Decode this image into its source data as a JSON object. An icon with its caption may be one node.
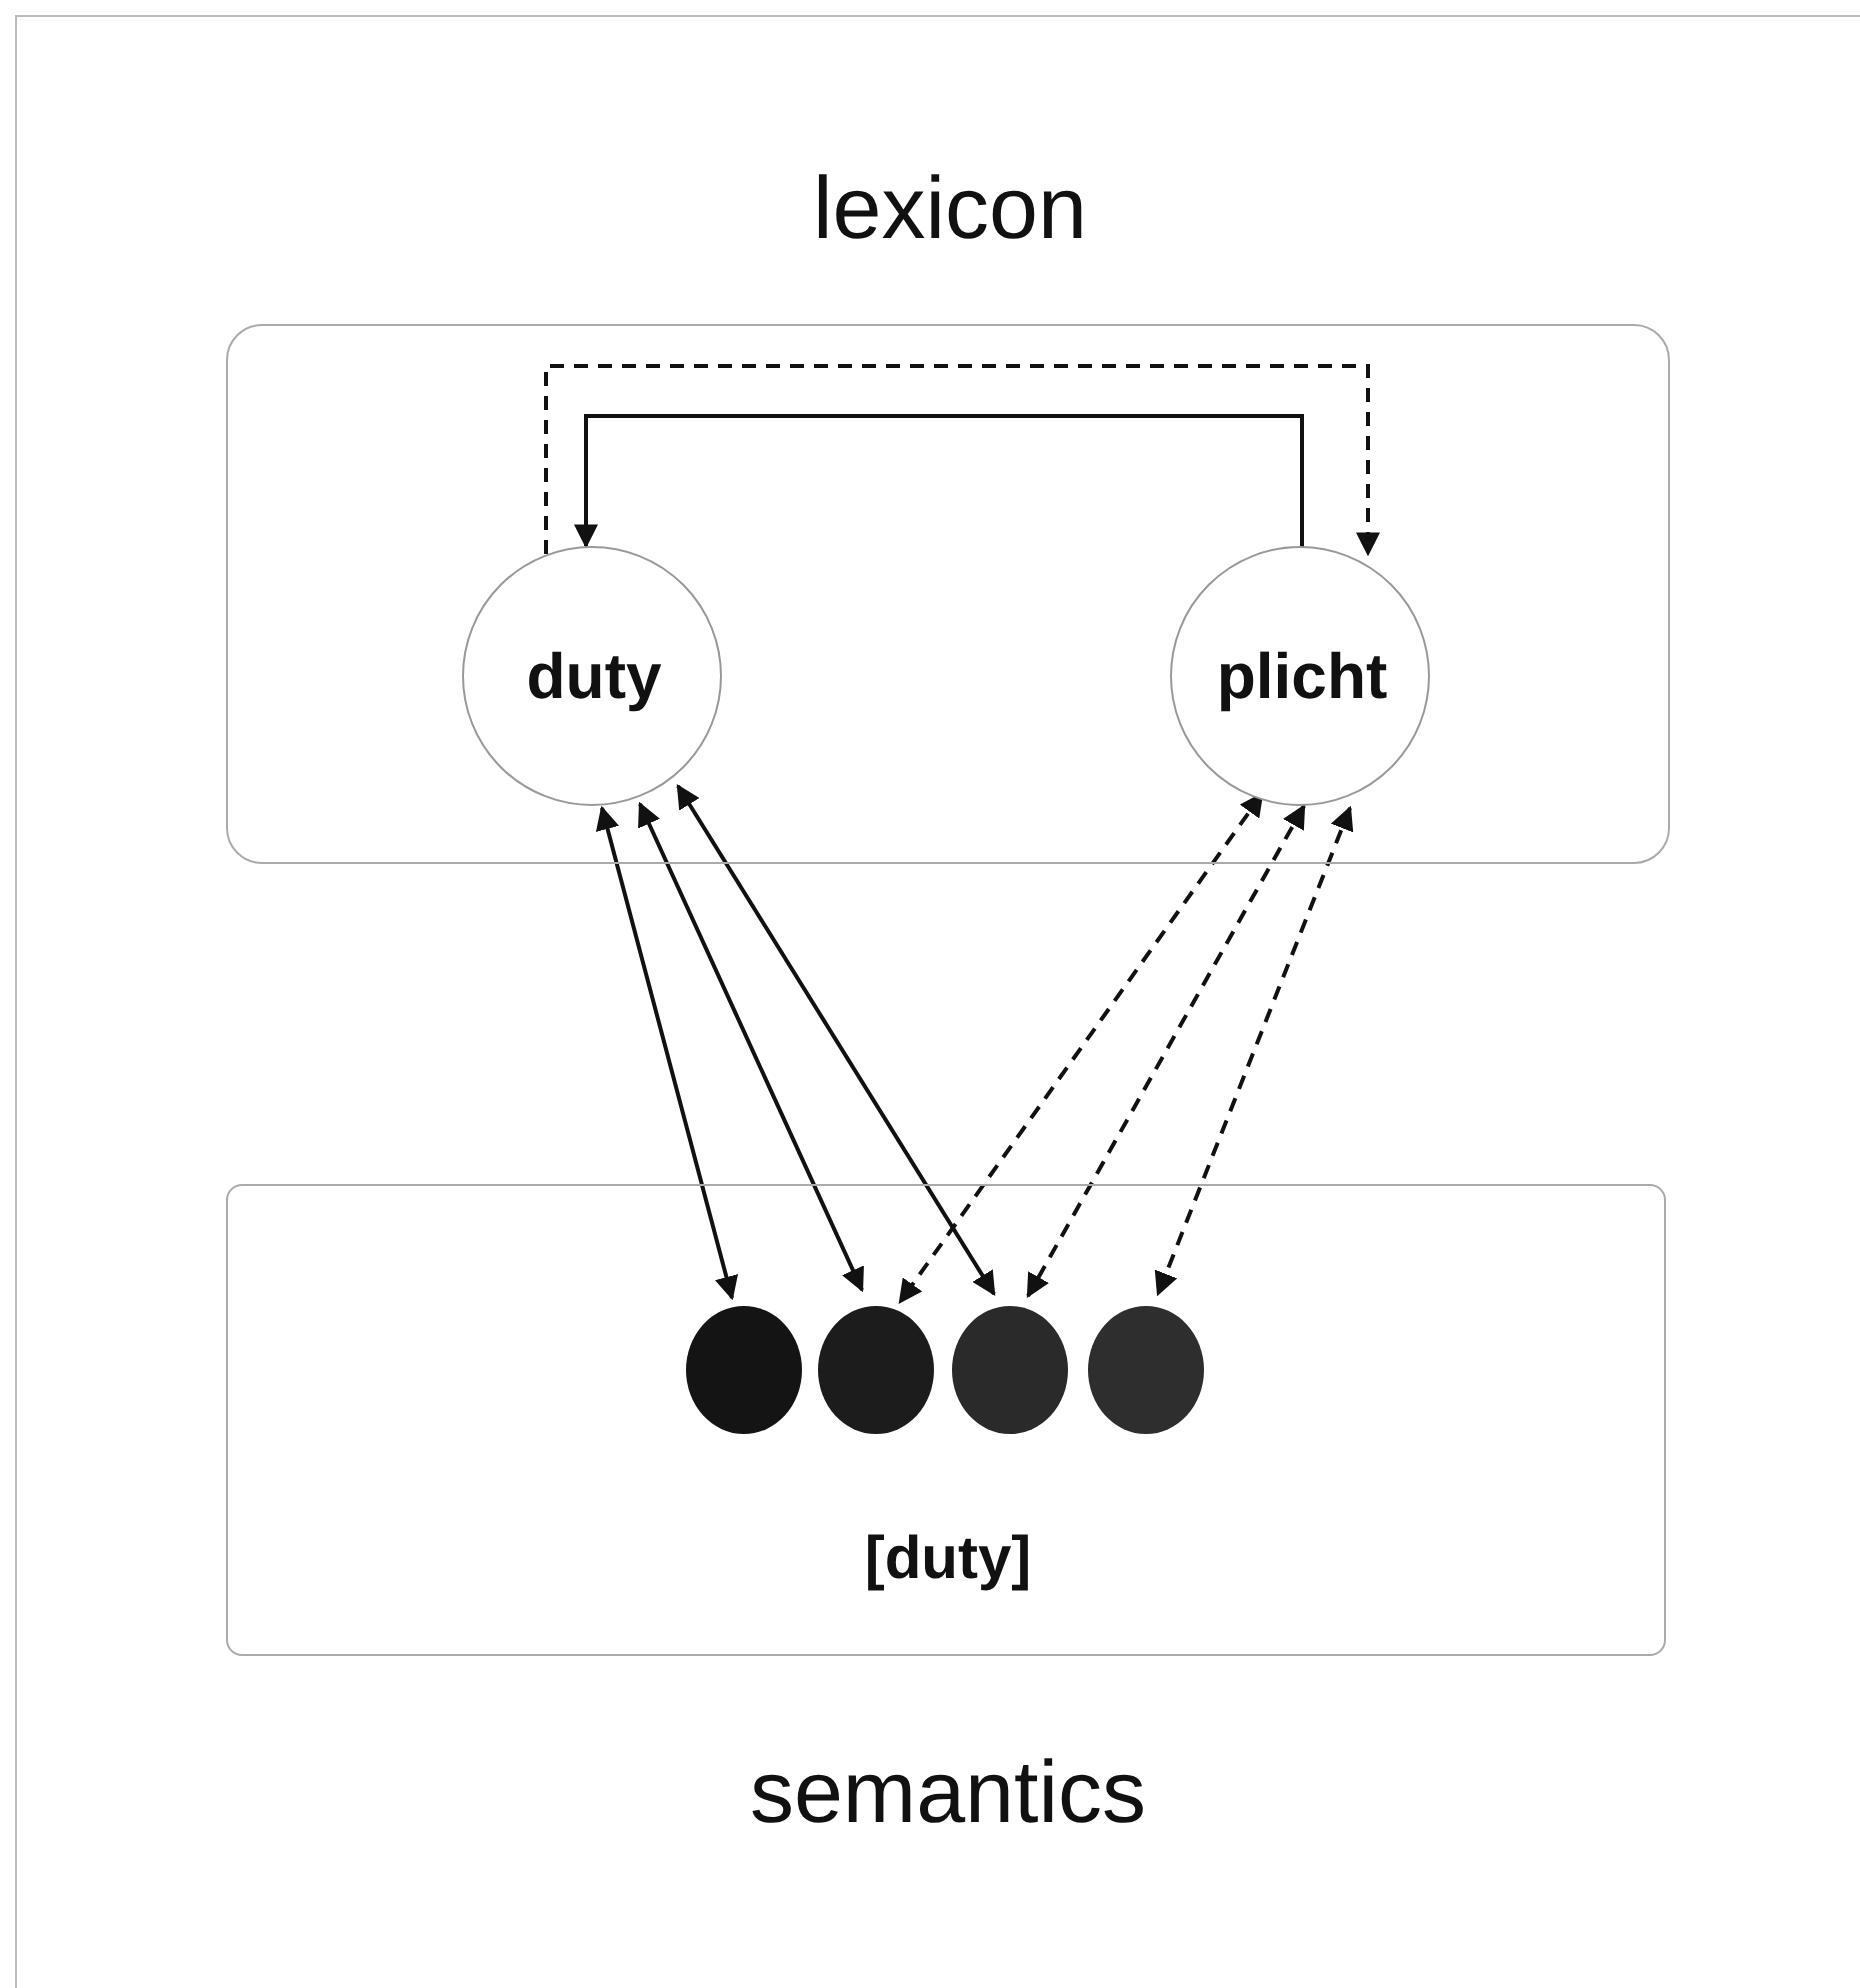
{
  "diagram": {
    "nodes": [
      {
        "text": [
          "lexicon"
        ]
      },
      {
        "text": [
          "duty"
        ],
        "in": 0
      },
      {
        "text": [
          "plicht"
        ],
        "in": 0
      },
      {
        "text": [
          "[duty]",
          "semantics"
        ]
      },
      {
        "text": [],
        "shape": "circle",
        "in": 3
      },
      {
        "text": [],
        "shape": "circle",
        "in": 3
      },
      {
        "text": [],
        "shape": "circle",
        "in": 3
      },
      {
        "text": [],
        "shape": "circle",
        "in": 3
      }
    ],
    "edges": [
      {
        "from": 1,
        "to": 2,
        "arrow": "to",
        "style": "dashed"
      },
      {
        "from": 2,
        "to": 1,
        "arrow": "to"
      },
      {
        "from": 1,
        "to": 4,
        "arrow": "both"
      },
      {
        "from": 1,
        "to": 5,
        "arrow": "both"
      },
      {
        "from": 1,
        "to": 6,
        "arrow": "both"
      },
      {
        "from": 2,
        "to": 5,
        "arrow": "both",
        "style": "dashed"
      },
      {
        "from": 2,
        "to": 6,
        "arrow": "both",
        "style": "dashed"
      },
      {
        "from": 2,
        "to": 7,
        "arrow": "both",
        "style": "dashed"
      }
    ]
  }
}
